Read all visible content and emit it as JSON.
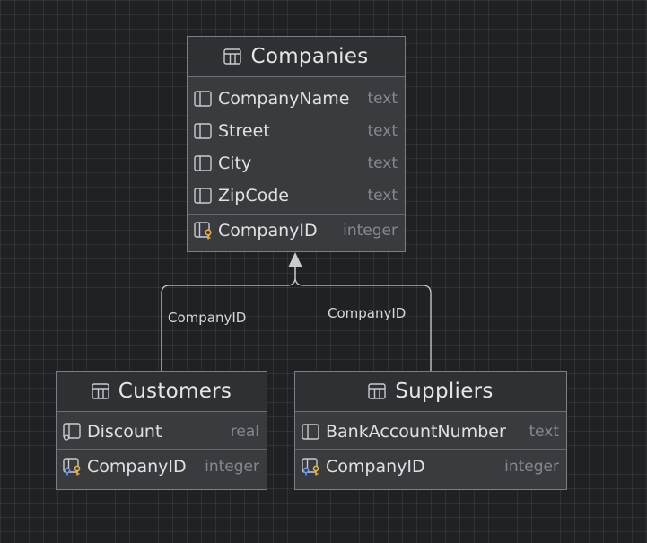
{
  "entities": {
    "companies": {
      "name": "Companies",
      "columns": [
        {
          "name": "CompanyName",
          "type": "text"
        },
        {
          "name": "Street",
          "type": "text"
        },
        {
          "name": "City",
          "type": "text"
        },
        {
          "name": "ZipCode",
          "type": "text"
        }
      ],
      "keys": [
        {
          "name": "CompanyID",
          "type": "integer"
        }
      ]
    },
    "customers": {
      "name": "Customers",
      "columns": [
        {
          "name": "Discount",
          "type": "real"
        }
      ],
      "keys": [
        {
          "name": "CompanyID",
          "type": "integer"
        }
      ]
    },
    "suppliers": {
      "name": "Suppliers",
      "columns": [
        {
          "name": "BankAccountNumber",
          "type": "text"
        }
      ],
      "keys": [
        {
          "name": "CompanyID",
          "type": "integer"
        }
      ]
    }
  },
  "relations": {
    "customers_to_companies": "CompanyID",
    "suppliers_to_companies": "CompanyID"
  },
  "colors": {
    "background": "#202124",
    "box": "#393b3f",
    "header": "#2f3034",
    "line": "#c9cbcf",
    "key_gold": "#e3b341",
    "key_blue": "#6e9be8"
  }
}
